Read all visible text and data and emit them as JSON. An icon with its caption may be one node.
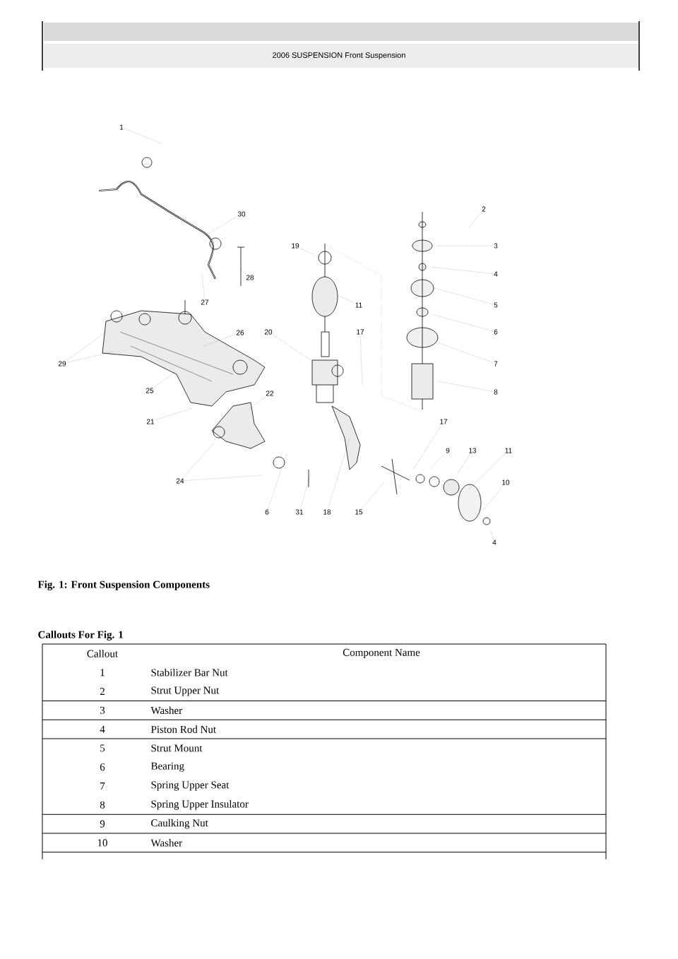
{
  "diagram": {
    "title": "2006 SUSPENSION Front Suspension",
    "caption": "Fig. 1: Front Suspension Components",
    "nodes": [
      {
        "text": [
          "1"
        ]
      },
      {
        "text": [
          "2"
        ]
      },
      {
        "text": [
          "3"
        ]
      },
      {
        "text": [
          "4"
        ]
      },
      {
        "text": [
          "5"
        ]
      },
      {
        "text": [
          "6"
        ]
      },
      {
        "text": [
          "7"
        ]
      },
      {
        "text": [
          "8"
        ]
      },
      {
        "text": [
          "19"
        ]
      },
      {
        "text": [
          "11"
        ]
      },
      {
        "text": [
          "30"
        ]
      },
      {
        "text": [
          "28"
        ]
      },
      {
        "text": [
          "27"
        ]
      },
      {
        "text": [
          "26"
        ]
      },
      {
        "text": [
          "20"
        ]
      },
      {
        "text": [
          "17"
        ]
      },
      {
        "text": [
          "29"
        ]
      },
      {
        "text": [
          "25"
        ]
      },
      {
        "text": [
          "21"
        ]
      },
      {
        "text": [
          "22"
        ]
      },
      {
        "text": [
          "24"
        ]
      },
      {
        "text": [
          "6"
        ]
      },
      {
        "text": [
          "31"
        ]
      },
      {
        "text": [
          "18"
        ]
      },
      {
        "text": [
          "15"
        ]
      },
      {
        "text": [
          "17"
        ]
      },
      {
        "text": [
          "9"
        ]
      },
      {
        "text": [
          "13"
        ]
      },
      {
        "text": [
          "11"
        ]
      },
      {
        "text": [
          "10"
        ]
      },
      {
        "text": [
          "4"
        ]
      }
    ],
    "edges": [
      {
        "from": 0,
        "to": null,
        "arrow": "none"
      },
      {
        "from": 1,
        "to": null,
        "arrow": "none"
      },
      {
        "from": 2,
        "to": null,
        "arrow": "none"
      },
      {
        "from": 3,
        "to": null,
        "arrow": "none"
      },
      {
        "from": 4,
        "to": null,
        "arrow": "none"
      },
      {
        "from": 5,
        "to": null,
        "arrow": "none"
      },
      {
        "from": 6,
        "to": null,
        "arrow": "none"
      },
      {
        "from": 7,
        "to": null,
        "arrow": "none"
      },
      {
        "from": 8,
        "to": null,
        "arrow": "none"
      },
      {
        "from": 9,
        "to": null,
        "arrow": "none"
      },
      {
        "from": 10,
        "to": null,
        "arrow": "none"
      },
      {
        "from": 11,
        "to": null,
        "arrow": "none"
      },
      {
        "from": 12,
        "to": null,
        "arrow": "none"
      },
      {
        "from": 13,
        "to": null,
        "arrow": "none"
      },
      {
        "from": 14,
        "to": null,
        "arrow": "none"
      },
      {
        "from": 15,
        "to": null,
        "arrow": "none"
      },
      {
        "from": 16,
        "to": null,
        "arrow": "none"
      },
      {
        "from": 16,
        "to": null,
        "arrow": "none"
      },
      {
        "from": 17,
        "to": null,
        "arrow": "none"
      },
      {
        "from": 18,
        "to": null,
        "arrow": "none"
      },
      {
        "from": 19,
        "to": null,
        "arrow": "none"
      },
      {
        "from": 20,
        "to": null,
        "arrow": "none"
      },
      {
        "from": 20,
        "to": null,
        "arrow": "none"
      },
      {
        "from": 21,
        "to": null,
        "arrow": "none"
      },
      {
        "from": 22,
        "to": null,
        "arrow": "none"
      },
      {
        "from": 23,
        "to": null,
        "arrow": "none"
      },
      {
        "from": 24,
        "to": null,
        "arrow": "none"
      },
      {
        "from": 25,
        "to": null,
        "arrow": "none"
      },
      {
        "from": 26,
        "to": null,
        "arrow": "none"
      },
      {
        "from": 27,
        "to": null,
        "arrow": "none"
      },
      {
        "from": 28,
        "to": null,
        "arrow": "none"
      },
      {
        "from": 29,
        "to": null,
        "arrow": "none"
      },
      {
        "from": 30,
        "to": null,
        "arrow": "none"
      }
    ],
    "labels": [
      "Callouts For Fig. 1",
      "Callout",
      "Component Name",
      "1",
      "Stabilizer Bar Nut",
      "2",
      "Strut Upper Nut",
      "3",
      "Washer",
      "4",
      "Piston Rod Nut",
      "5",
      "Strut Mount",
      "6",
      "Bearing",
      "7",
      "Spring Upper Seat",
      "8",
      "Spring Upper Insulator",
      "9",
      "Caulking Nut",
      "10",
      "Washer"
    ]
  }
}
